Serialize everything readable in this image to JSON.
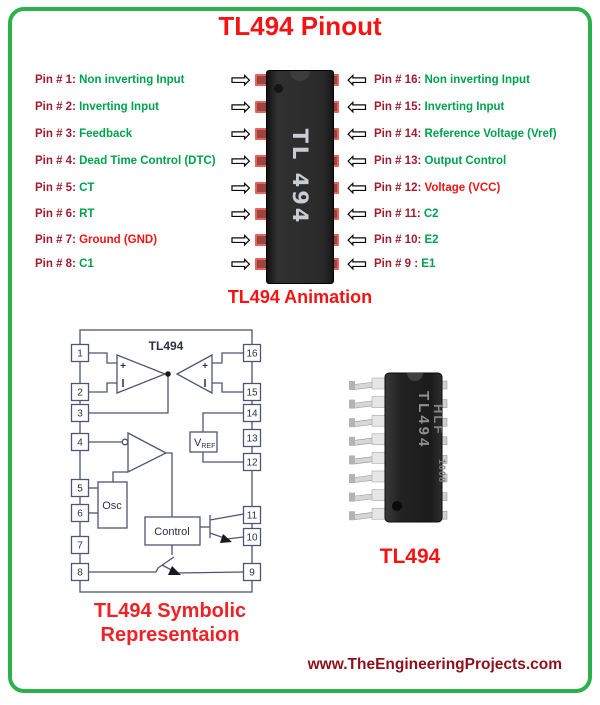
{
  "title": "TL494 Pinout",
  "pinout": {
    "chip_label": "TL 494",
    "left_pins": [
      {
        "prefix": "Pin # 1:",
        "label": "Non inverting Input",
        "color": "green"
      },
      {
        "prefix": "Pin # 2:",
        "label": "Inverting Input",
        "color": "green"
      },
      {
        "prefix": "Pin # 3:",
        "label": "Feedback",
        "color": "green"
      },
      {
        "prefix": "Pin # 4:",
        "label": "Dead Time Control (DTC)",
        "color": "green"
      },
      {
        "prefix": "Pin # 5:",
        "label": "CT",
        "color": "green"
      },
      {
        "prefix": "Pin # 6:",
        "label": "RT",
        "color": "green"
      },
      {
        "prefix": "Pin # 7:",
        "label": "Ground (GND)",
        "color": "red"
      },
      {
        "prefix": "Pin # 8:",
        "label": "C1",
        "color": "green"
      }
    ],
    "right_pins": [
      {
        "prefix": "Pin # 16:",
        "label": "Non inverting Input",
        "color": "green"
      },
      {
        "prefix": "Pin # 15:",
        "label": "Inverting Input",
        "color": "green"
      },
      {
        "prefix": "Pin # 14:",
        "label": "Reference Voltage (Vref)",
        "color": "green"
      },
      {
        "prefix": "Pin # 13:",
        "label": "Output Control",
        "color": "green"
      },
      {
        "prefix": "Pin # 12:",
        "label": "Voltage (VCC)",
        "color": "red"
      },
      {
        "prefix": "Pin # 11:",
        "label": "C2",
        "color": "green"
      },
      {
        "prefix": "Pin # 10:",
        "label": "E2",
        "color": "green"
      },
      {
        "prefix": "Pin # 9 :",
        "label": "E1",
        "color": "green"
      }
    ]
  },
  "captions": {
    "animation": "TL494 Animation",
    "symbolic": "TL494 Symbolic\nRepresentaion",
    "photo": "TL494"
  },
  "schematic": {
    "title": "TL494",
    "left_pins": [
      "1",
      "2",
      "3",
      "4",
      "5",
      "6",
      "7",
      "8"
    ],
    "right_pins": [
      "16",
      "15",
      "14",
      "13",
      "12",
      "11",
      "10",
      "9"
    ],
    "blocks": {
      "osc": "Osc",
      "control": "Control",
      "vref_main": "V",
      "vref_sub": "REF"
    },
    "comparator_plus": "+"
  },
  "photo_chip": {
    "marking_line1": "TL494",
    "marking_line2": "HLF",
    "marking_line3": "1008"
  },
  "footer": {
    "website": "www.TheEngineeringProjects.com"
  },
  "colors": {
    "border_green": "#2cb24c",
    "title_red": "#f51414",
    "label_green": "#00a24d",
    "label_red": "#ee1515",
    "pin_prefix_maroon": "#9e1d2e",
    "website_maroon": "#8e1019",
    "pin_pad_red": "#9c4540",
    "schematic_line": "#4d5670"
  }
}
